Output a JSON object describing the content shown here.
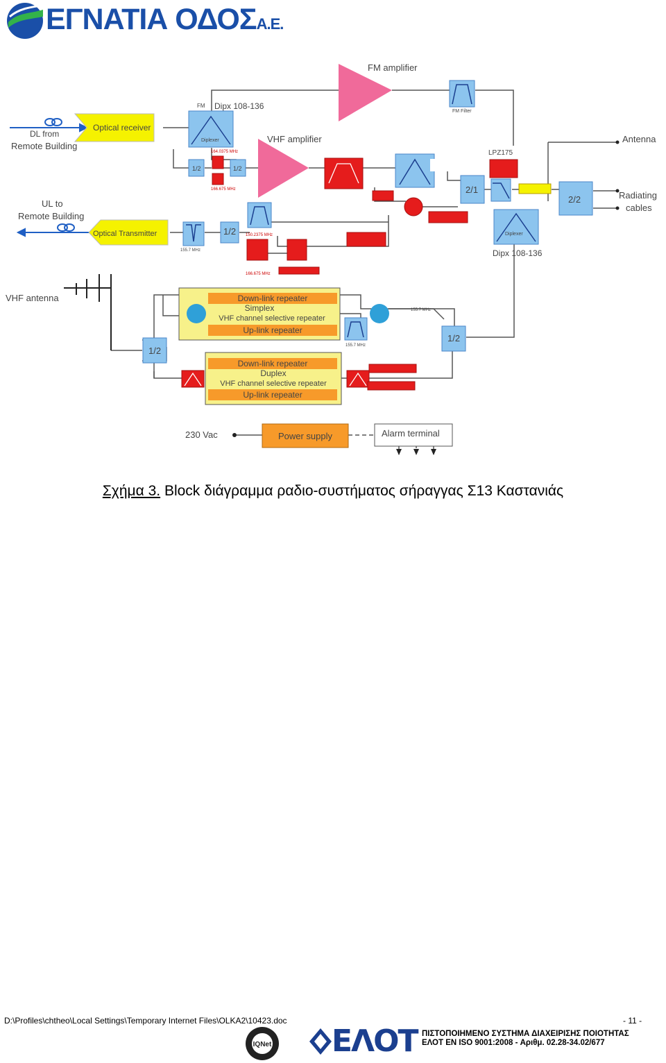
{
  "header": {
    "logo_text": "ΕΓΝΑΤΙΑ ΟΔΟΣ",
    "logo_suffix": "Α.Ε."
  },
  "diagram": {
    "fm_amplifier": "FM amplifier",
    "fm_label": "FM",
    "dipx_top": "Dipx 108-136",
    "fm_filter": "FM Filter",
    "antenna": "Antenna",
    "dl_from": "DL from",
    "remote_building_1": "Remote Building",
    "optical_receiver": "Optical receiver",
    "diplexer": "Diplexer",
    "vhf_amplifier": "VHF amplifier",
    "lpz175": "LPZ175",
    "freq_a": "164.0375 MHz",
    "freq_b": "166.675 MHz",
    "half": "1/2",
    "two_one": "2/1",
    "two_two": "2/2",
    "radiating": "Radiating",
    "cables": "cables",
    "ul_to": "UL to",
    "remote_building_2": "Remote Building",
    "optical_transmitter": "Optical Transmitter",
    "freq_c": "155.7 MHz",
    "freq_d": "150.2375 MHz",
    "freq_e": "166.675 MHz",
    "dipx_bottom": "Dipx 108-136",
    "vhf_antenna": "VHF antenna",
    "dl_repeater": "Down-link repeater",
    "simplex": "Simplex",
    "vhf_selective": "VHF channel selective repeater",
    "ul_repeater": "Up-link repeater",
    "duplex": "Duplex",
    "freq_f": "155.7 MHz",
    "freq_g": "155.7 MHz",
    "vac": "230 Vac",
    "power_supply": "Power supply",
    "alarm_terminal": "Alarm terminal",
    "colors": {
      "blue_box": "#8cc4ee",
      "red_box": "#e51c1c",
      "yellow": "#f5f200",
      "orange": "#f79a2a",
      "pink": "#f06a9a",
      "line": "#555555"
    }
  },
  "caption": {
    "label": "Σχήμα 3.",
    "text": " Block διάγραμμα ραδιο-συστήματος σήραγγας Σ13 Καστανιάς"
  },
  "footer": {
    "path": "D:\\Profiles\\chtheo\\Local Settings\\Temporary Internet Files\\OLKA2\\10423.doc",
    "page": "- 11 -",
    "cert_line1": "ΠΙΣΤΟΠΟΙΗΜΕΝΟ ΣΥΣΤΗΜΑ ΔΙΑΧΕΙΡΙΣΗΣ ΠΟΙΟΤΗΤΑΣ",
    "cert_line2": "ΕΛΟΤ ΕΝ ISO 9001:2008  - Αριθμ. 02.28-34.02/677",
    "elot_logo": "ΕΛΟΤ",
    "iqnet_logo": "IQNet"
  }
}
